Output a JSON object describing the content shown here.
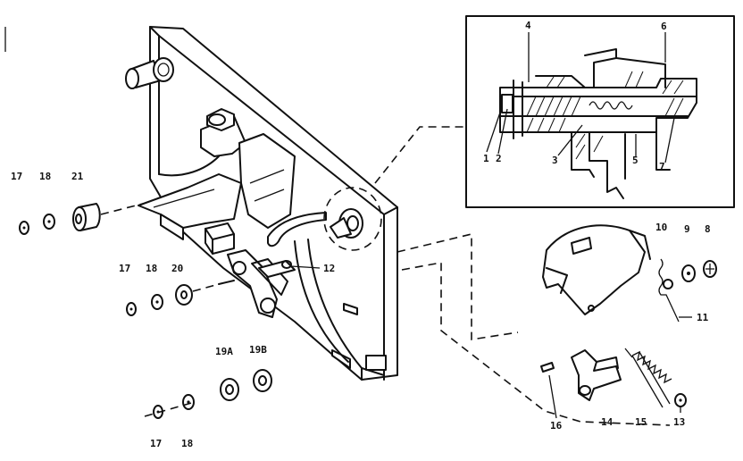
{
  "labels": {
    "l1": "1",
    "l2": "2",
    "l3": "3",
    "l4": "4",
    "l5": "5",
    "l6": "6",
    "l7": "7",
    "l8": "8",
    "l9": "9",
    "l10": "10",
    "l11": "11",
    "l12": "12",
    "l13": "13",
    "l14": "14",
    "l15": "15",
    "l16": "16",
    "l17a": "17",
    "l18a": "18",
    "l21": "21",
    "l17b": "17",
    "l18b": "18",
    "l20": "20",
    "l19a": "19A",
    "l19b": "19B",
    "l17c": "17",
    "l18c": "18"
  },
  "colors": {
    "ink": "#111111",
    "paper": "#ffffff"
  }
}
